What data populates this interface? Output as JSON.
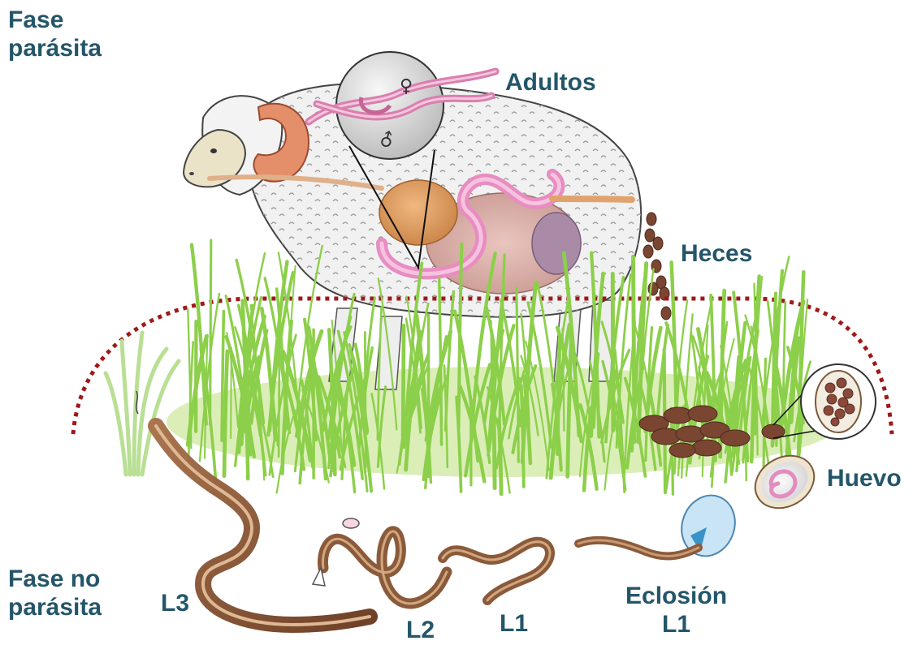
{
  "labels": {
    "fase_parasita": [
      "Fase",
      "parásita"
    ],
    "fase_no_parasita": [
      "Fase no",
      "parásita"
    ],
    "adultos": "Adultos",
    "heces": "Heces",
    "huevo": "Huevo",
    "l3": "L3",
    "l2": "L2",
    "l1": "L1",
    "eclosion": [
      "Eclosión",
      "L1"
    ]
  },
  "symbols": {
    "female": "♀",
    "male": "♂"
  },
  "colors": {
    "label_text": "#24566a",
    "boundary_dotted": "#a01818",
    "grass": "#8ccf4a",
    "grass_ground": "#dbeeb8",
    "sheep_wool": "#f1f1f1",
    "feces": "#7a4632",
    "worm": "#8a5a3a",
    "intestine_pink": "#e8a0c8",
    "stomach_orange": "#e2a36a",
    "egg_shell": "#efe4cf"
  },
  "icons": [
    "sheep-illustration",
    "magnifier-circle-icon",
    "female-symbol-icon",
    "male-symbol-icon",
    "feces-pellets",
    "egg-magnifier-icon",
    "egg-icon",
    "hatching-egg-icon",
    "larva-l1",
    "larva-l2",
    "larva-l3",
    "grass-blade-icon"
  ]
}
